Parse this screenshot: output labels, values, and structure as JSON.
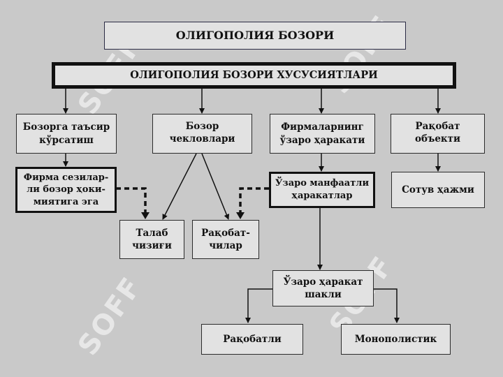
{
  "watermark_text": "SOFF",
  "title": "ОЛИГОПОЛИЯ  БОЗОРИ",
  "subtitle": "ОЛИГОПОЛИЯ  БОЗОРИ  ХУСУСИЯТЛАРИ",
  "nodes": {
    "market_influence": "Бозорга таъсир\nкўрсатиш",
    "market_limits": "Бозор\nчекловлари",
    "firm_interaction": "Фирмаларнинг\nўзаро ҳаракати",
    "competition_object": "Рақобат\nобъекти",
    "sensible_firm": "Фирма сезилар-\nли бозор ҳоки-\nмиятига эга",
    "mutual_interest": "Ўзаро манфаатли\nҳаракатлар",
    "sales_volume": "Сотув ҳажми",
    "demand_curve": "Талаб\nчизиғи",
    "competitors": "Рақобат-\nчилар",
    "interaction_form": "Ўзаро ҳаракат\nшакли",
    "competitive": "Рақобатли",
    "monopolistic": "Монополистик"
  }
}
